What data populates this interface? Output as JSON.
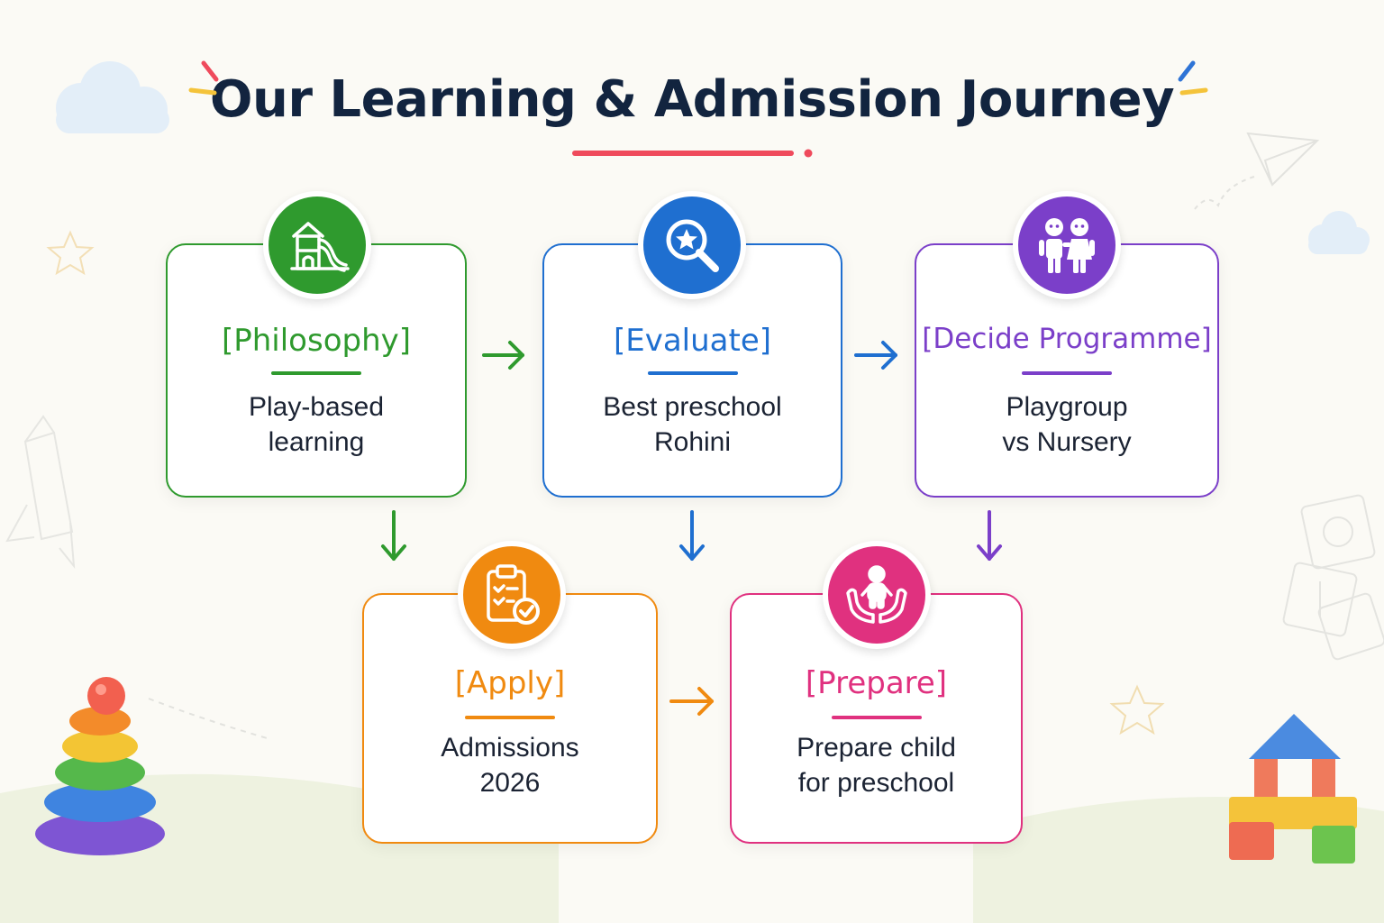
{
  "title": "Our Learning & Admission Journey",
  "colors": {
    "title": "#12243f",
    "underline": "#ef4a5c",
    "green": "#2f9a2e",
    "blue": "#1f6fd0",
    "purple": "#7b3fc9",
    "orange": "#f08a10",
    "pink": "#e0317f"
  },
  "steps": [
    {
      "id": "philosophy",
      "label": "[Philosophy]",
      "lines": [
        "Play-based",
        "learning"
      ],
      "icon": "playground-slide-icon",
      "color": "#2f9a2e"
    },
    {
      "id": "evaluate",
      "label": "[Evaluate]",
      "lines": [
        "Best preschool",
        "Rohini"
      ],
      "icon": "magnifier-star-icon",
      "color": "#1f6fd0"
    },
    {
      "id": "decide",
      "label": "[Decide Programme]",
      "lines": [
        "Playgroup",
        "vs Nursery"
      ],
      "icon": "two-children-icon",
      "color": "#7b3fc9"
    },
    {
      "id": "apply",
      "label": "[Apply]",
      "lines": [
        "Admissions",
        "2026"
      ],
      "icon": "clipboard-check-icon",
      "color": "#f08a10"
    },
    {
      "id": "prepare",
      "label": "[Prepare]",
      "lines": [
        "Prepare child",
        "for preschool"
      ],
      "icon": "hands-child-icon",
      "color": "#e0317f"
    }
  ],
  "decorations": [
    "cloud-icon",
    "star-icon",
    "paper-plane-icon",
    "rocket-icon",
    "letter-blocks-icon",
    "stacking-rings-toy-icon",
    "building-blocks-icon"
  ]
}
